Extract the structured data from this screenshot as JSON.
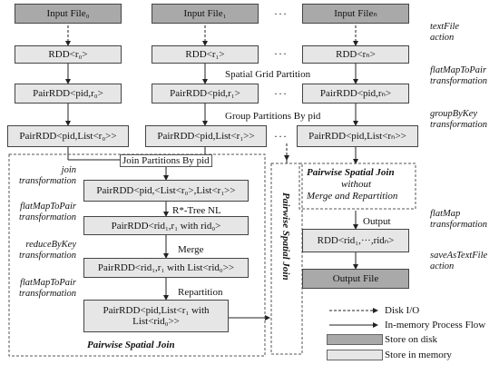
{
  "top_boxes": {
    "col0": {
      "input": "Input File₀",
      "rdd": "RDD<r₀>",
      "pair": "PairRDD<pid,r₀>",
      "pairlist": "PairRDD<pid,List<r₀>>"
    },
    "col1": {
      "input": "Input File₁",
      "rdd": "RDD<r₁>",
      "pair": "PairRDD<pid,r₁>",
      "pairlist": "PairRDD<pid,List<r₁>>"
    },
    "coln": {
      "input": "Input Fileₙ",
      "rdd": "RDD<rₙ>",
      "pair": "PairRDD<pid,rₙ>",
      "pairlist": "PairRDD<pid,List<rₙ>>"
    },
    "dots": "···"
  },
  "stage_labels": {
    "spatial_grid": "Spatial Grid Partition",
    "group_partitions": "Group Partitions By pid",
    "join_partitions": "Join Partitions By pid",
    "rtree": "R*-Tree NL",
    "merge": "Merge",
    "repartition": "Repartition",
    "output": "Output"
  },
  "inner_boxes": {
    "join": "PairRDD<pid,<List<r₀>,List<r₁>>",
    "flatmap": "PairRDD<rid₁,r₁ with rid₀>",
    "reduce": "PairRDD<rid₁,r₁ with List<rid₀>>",
    "repart_line1": "PairRDD<pid,List<r₁ with",
    "repart_line2": "List<rid₀>>",
    "pairwise_title": "Pairwise Spatial Join"
  },
  "left_transforms": {
    "join_1": "join",
    "join_2": "transformation",
    "flat_1": "flatMapToPair",
    "flat_2": "transformation",
    "reduce_1": "reduceByKey",
    "reduce_2": "transformation",
    "flat2_1": "flatMapToPair",
    "flat2_2": "transformation"
  },
  "vertical_label": "Pairwise Spatial Join",
  "right_branch": {
    "title": "Pairwise Spatial Join",
    "sub1": "without",
    "sub2": "Merge and Repartition",
    "rdd": "RDD<rid₁,···,ridₙ>",
    "output_file": "Output File"
  },
  "right_transforms": {
    "textfile_1": "textFile",
    "textfile_2": "action",
    "fmtp_1": "flatMapToPair",
    "fmtp_2": "transformation",
    "gbk_1": "groupByKey",
    "gbk_2": "transformation",
    "fm_1": "flatMap",
    "fm_2": "transformation",
    "save_1": "saveAsTextFile",
    "save_2": "action"
  },
  "legend": {
    "disk_io": "Disk I/O",
    "in_memory": "In-memory Process Flow",
    "store_disk": "Store on disk",
    "store_memory": "Store in memory"
  },
  "colors": {
    "disk": "#a9a9a9",
    "memory": "#e6e6e6",
    "line": "#222222"
  }
}
